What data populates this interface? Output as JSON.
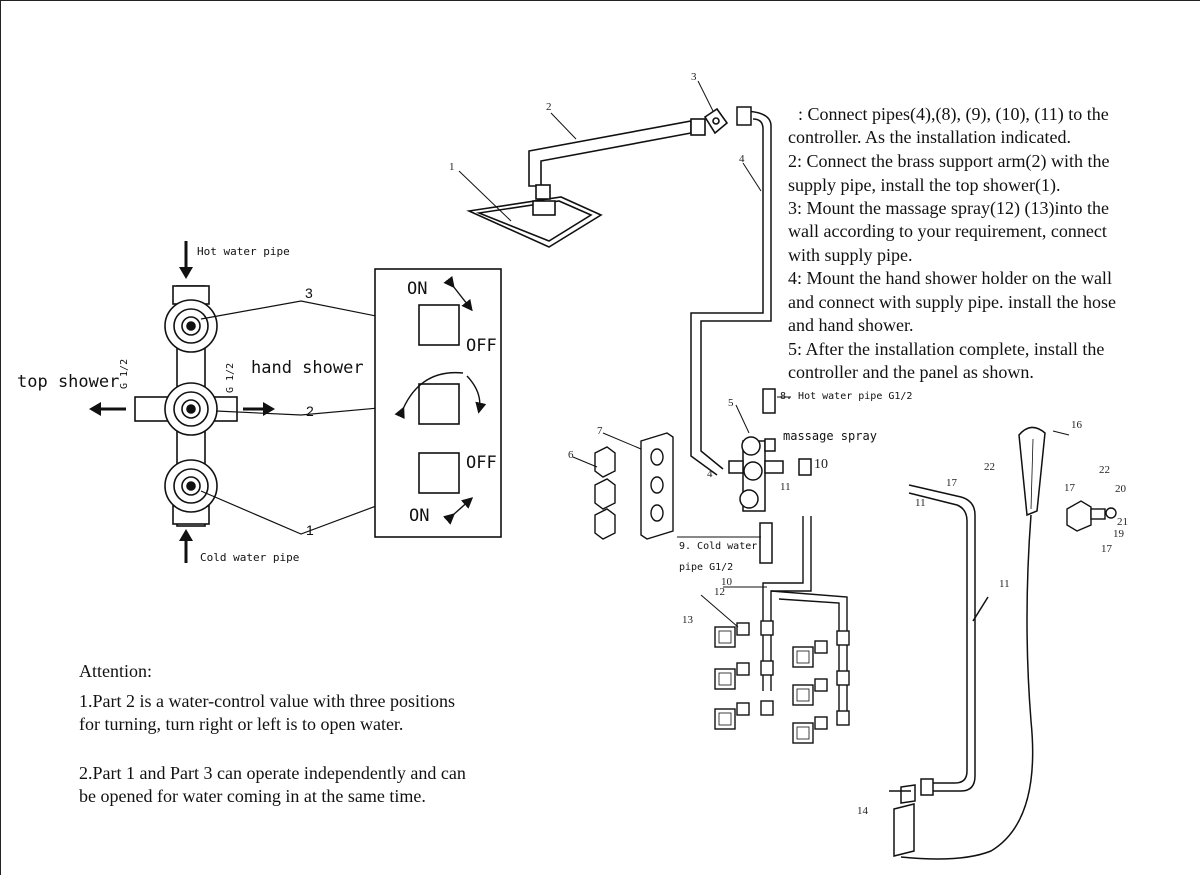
{
  "controller": {
    "hot_water_pipe": "Hot water pipe",
    "cold_water_pipe": "Cold water pipe",
    "top_shower": "top shower",
    "hand_shower": "hand shower",
    "g_half_left": "G 1/2",
    "g_half_right": "G 1/2",
    "callout_1": "1",
    "callout_2": "2",
    "callout_3": "3"
  },
  "panel": {
    "on_top": "ON",
    "off_top": "OFF",
    "off_bottom": "OFF",
    "on_bottom": "ON"
  },
  "instructions": {
    "line1": ": Connect pipes(4),(8), (9), (10), (11) to the",
    "line2": "controller. As the installation indicated.",
    "line3": "2: Connect the brass support arm(2) with the",
    "line4": "supply pipe, install the top shower(1).",
    "line5": "3: Mount the massage spray(12)   (13)into the",
    "line6": "wall according to your requirement, connect",
    "line7": "with supply pipe.",
    "line8": "4: Mount the hand shower holder on the wall",
    "line9": "and connect with supply pipe. install the hose",
    "line10": "and hand shower.",
    "line11": "5: After  the installation complete, install the",
    "line12": "controller and the panel as shown."
  },
  "assembly": {
    "hot_water_pipe_g": "8. Hot water pipe G1/2",
    "cold_water_pipe_g_1": "9. Cold water",
    "cold_water_pipe_g_2": "pipe G1/2",
    "massage_spray": "massage spray",
    "part_numbers": {
      "p1": "1",
      "p2": "2",
      "p3": "3",
      "p4a": "4",
      "p4b": "4",
      "p5": "5",
      "p6": "6",
      "p7": "7",
      "p10a": "10",
      "p10b": "10",
      "p11a": "11",
      "p11b": "11",
      "p11c": "11",
      "p12": "12",
      "p13": "13",
      "p14": "14",
      "p16": "16",
      "p17a": "17",
      "p17b": "17",
      "p17c": "17",
      "p19": "19",
      "p20": "20",
      "p21": "21",
      "p22a": "22",
      "p22b": "22"
    }
  },
  "attention": {
    "title": "Attention:",
    "item1_line1": "1.Part 2 is a water-control value with three positions",
    "item1_line2": "for turning, turn right or left is to open water.",
    "item2_line1": "2.Part 1 and Part 3 can operate independently and can",
    "item2_line2": "be opened for water coming  in  at the same time."
  }
}
